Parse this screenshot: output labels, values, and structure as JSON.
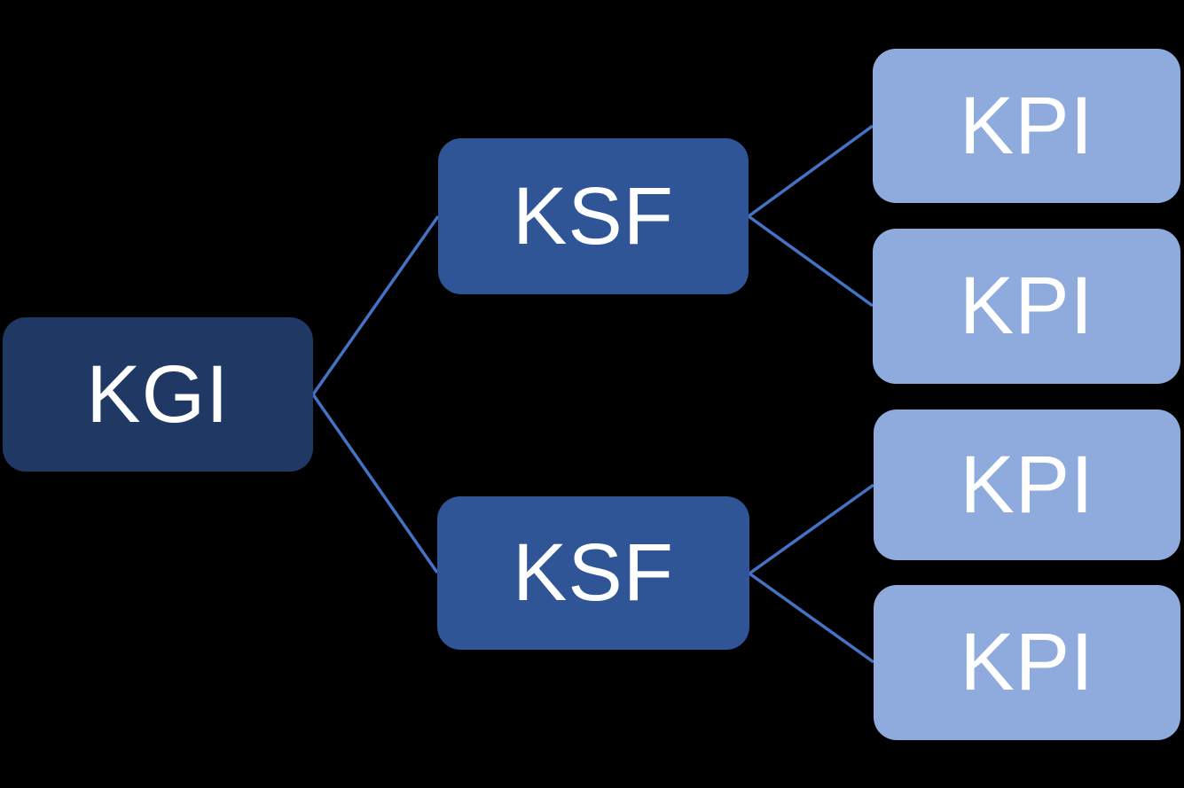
{
  "diagram": {
    "type": "tree",
    "orientation": "left-to-right",
    "nodes": [
      {
        "id": "kgi",
        "label": "KGI",
        "level": "key-goal-indicator"
      },
      {
        "id": "ksf-1",
        "label": "KSF",
        "level": "key-success-factor"
      },
      {
        "id": "ksf-2",
        "label": "KSF",
        "level": "key-success-factor"
      },
      {
        "id": "kpi-1",
        "label": "KPI",
        "level": "key-performance-indicator"
      },
      {
        "id": "kpi-2",
        "label": "KPI",
        "level": "key-performance-indicator"
      },
      {
        "id": "kpi-3",
        "label": "KPI",
        "level": "key-performance-indicator"
      },
      {
        "id": "kpi-4",
        "label": "KPI",
        "level": "key-performance-indicator"
      }
    ],
    "edges": [
      {
        "from": "kgi",
        "to": "ksf-1"
      },
      {
        "from": "kgi",
        "to": "ksf-2"
      },
      {
        "from": "ksf-1",
        "to": "kpi-1"
      },
      {
        "from": "ksf-1",
        "to": "kpi-2"
      },
      {
        "from": "ksf-2",
        "to": "kpi-3"
      },
      {
        "from": "ksf-2",
        "to": "kpi-4"
      }
    ],
    "colors": {
      "kgi_fill": "#1F3864",
      "ksf_fill": "#2F5597",
      "kpi_fill": "#8FAADC",
      "connector": "#4472C4",
      "label_text": "#FFFFFF",
      "background": "#000000"
    }
  }
}
